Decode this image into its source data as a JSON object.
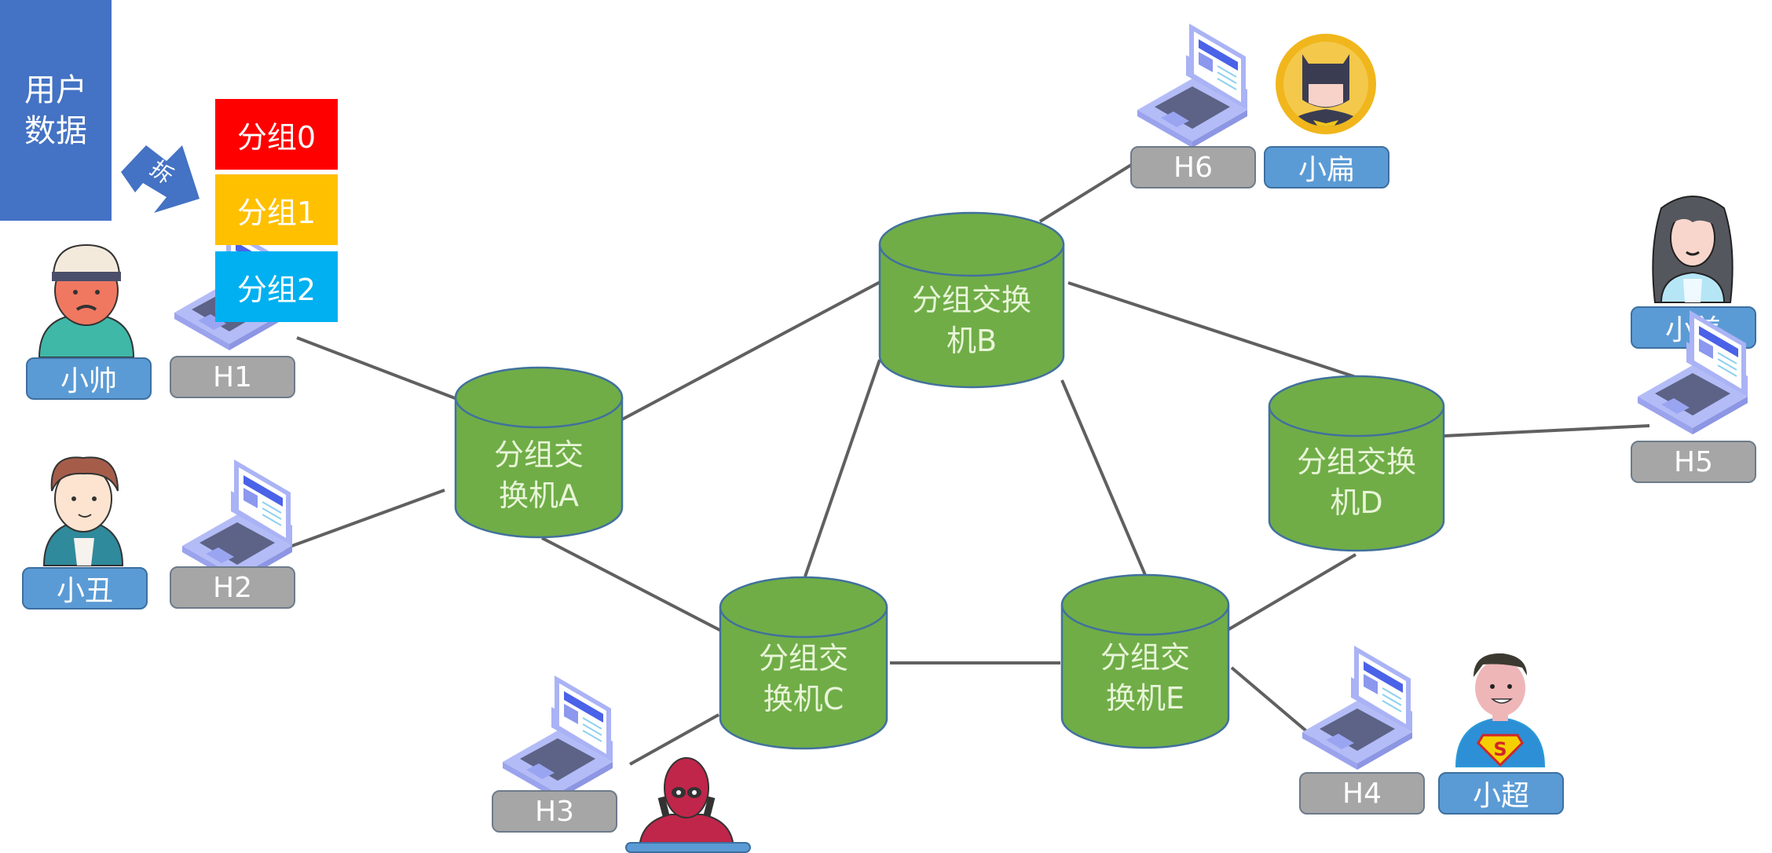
{
  "user_data": {
    "label": "用户数据"
  },
  "split_arrow": {
    "label": "拆"
  },
  "packets": [
    {
      "label": "分组0",
      "color": "#ff0000"
    },
    {
      "label": "分组1",
      "color": "#ffc000"
    },
    {
      "label": "分组2",
      "color": "#00b0f0"
    }
  ],
  "switches": [
    {
      "id": "A",
      "line1": "分组交",
      "line2": "换机A"
    },
    {
      "id": "B",
      "line1": "分组交换",
      "line2": "机B"
    },
    {
      "id": "C",
      "line1": "分组交",
      "line2": "换机C"
    },
    {
      "id": "D",
      "line1": "分组交换",
      "line2": "机D"
    },
    {
      "id": "E",
      "line1": "分组交",
      "line2": "换机E"
    }
  ],
  "hosts": [
    {
      "id": "H1",
      "label": "H1"
    },
    {
      "id": "H2",
      "label": "H2"
    },
    {
      "id": "H3",
      "label": "H3"
    },
    {
      "id": "H4",
      "label": "H4"
    },
    {
      "id": "H5",
      "label": "H5"
    },
    {
      "id": "H6",
      "label": "H6"
    }
  ],
  "users": [
    {
      "name": "小帅",
      "host": "H1",
      "avatar": "cap-man-avatar"
    },
    {
      "name": "小丑",
      "host": "H2",
      "avatar": "curly-boy-avatar"
    },
    {
      "name": "",
      "host": "H3",
      "avatar": "deadpool-avatar"
    },
    {
      "name": "小超",
      "host": "H4",
      "avatar": "superman-avatar"
    },
    {
      "name": "小美",
      "host": "H5",
      "avatar": "long-hair-woman-avatar"
    },
    {
      "name": "小扁",
      "host": "H6",
      "avatar": "batman-avatar"
    }
  ],
  "links": [
    [
      "H1",
      "A"
    ],
    [
      "H2",
      "A"
    ],
    [
      "A",
      "B"
    ],
    [
      "A",
      "C"
    ],
    [
      "B",
      "C"
    ],
    [
      "B",
      "D"
    ],
    [
      "B",
      "E"
    ],
    [
      "B",
      "H6"
    ],
    [
      "C",
      "E"
    ],
    [
      "C",
      "H3"
    ],
    [
      "D",
      "H5"
    ],
    [
      "D",
      "E"
    ],
    [
      "E",
      "H4"
    ]
  ],
  "colors": {
    "switch_fill": "#70ad47",
    "switch_stroke": "#41719c",
    "link": "#606060",
    "host_label": "#a6a6a6",
    "user_label": "#5b9bd5",
    "user_data": "#4472c4"
  }
}
